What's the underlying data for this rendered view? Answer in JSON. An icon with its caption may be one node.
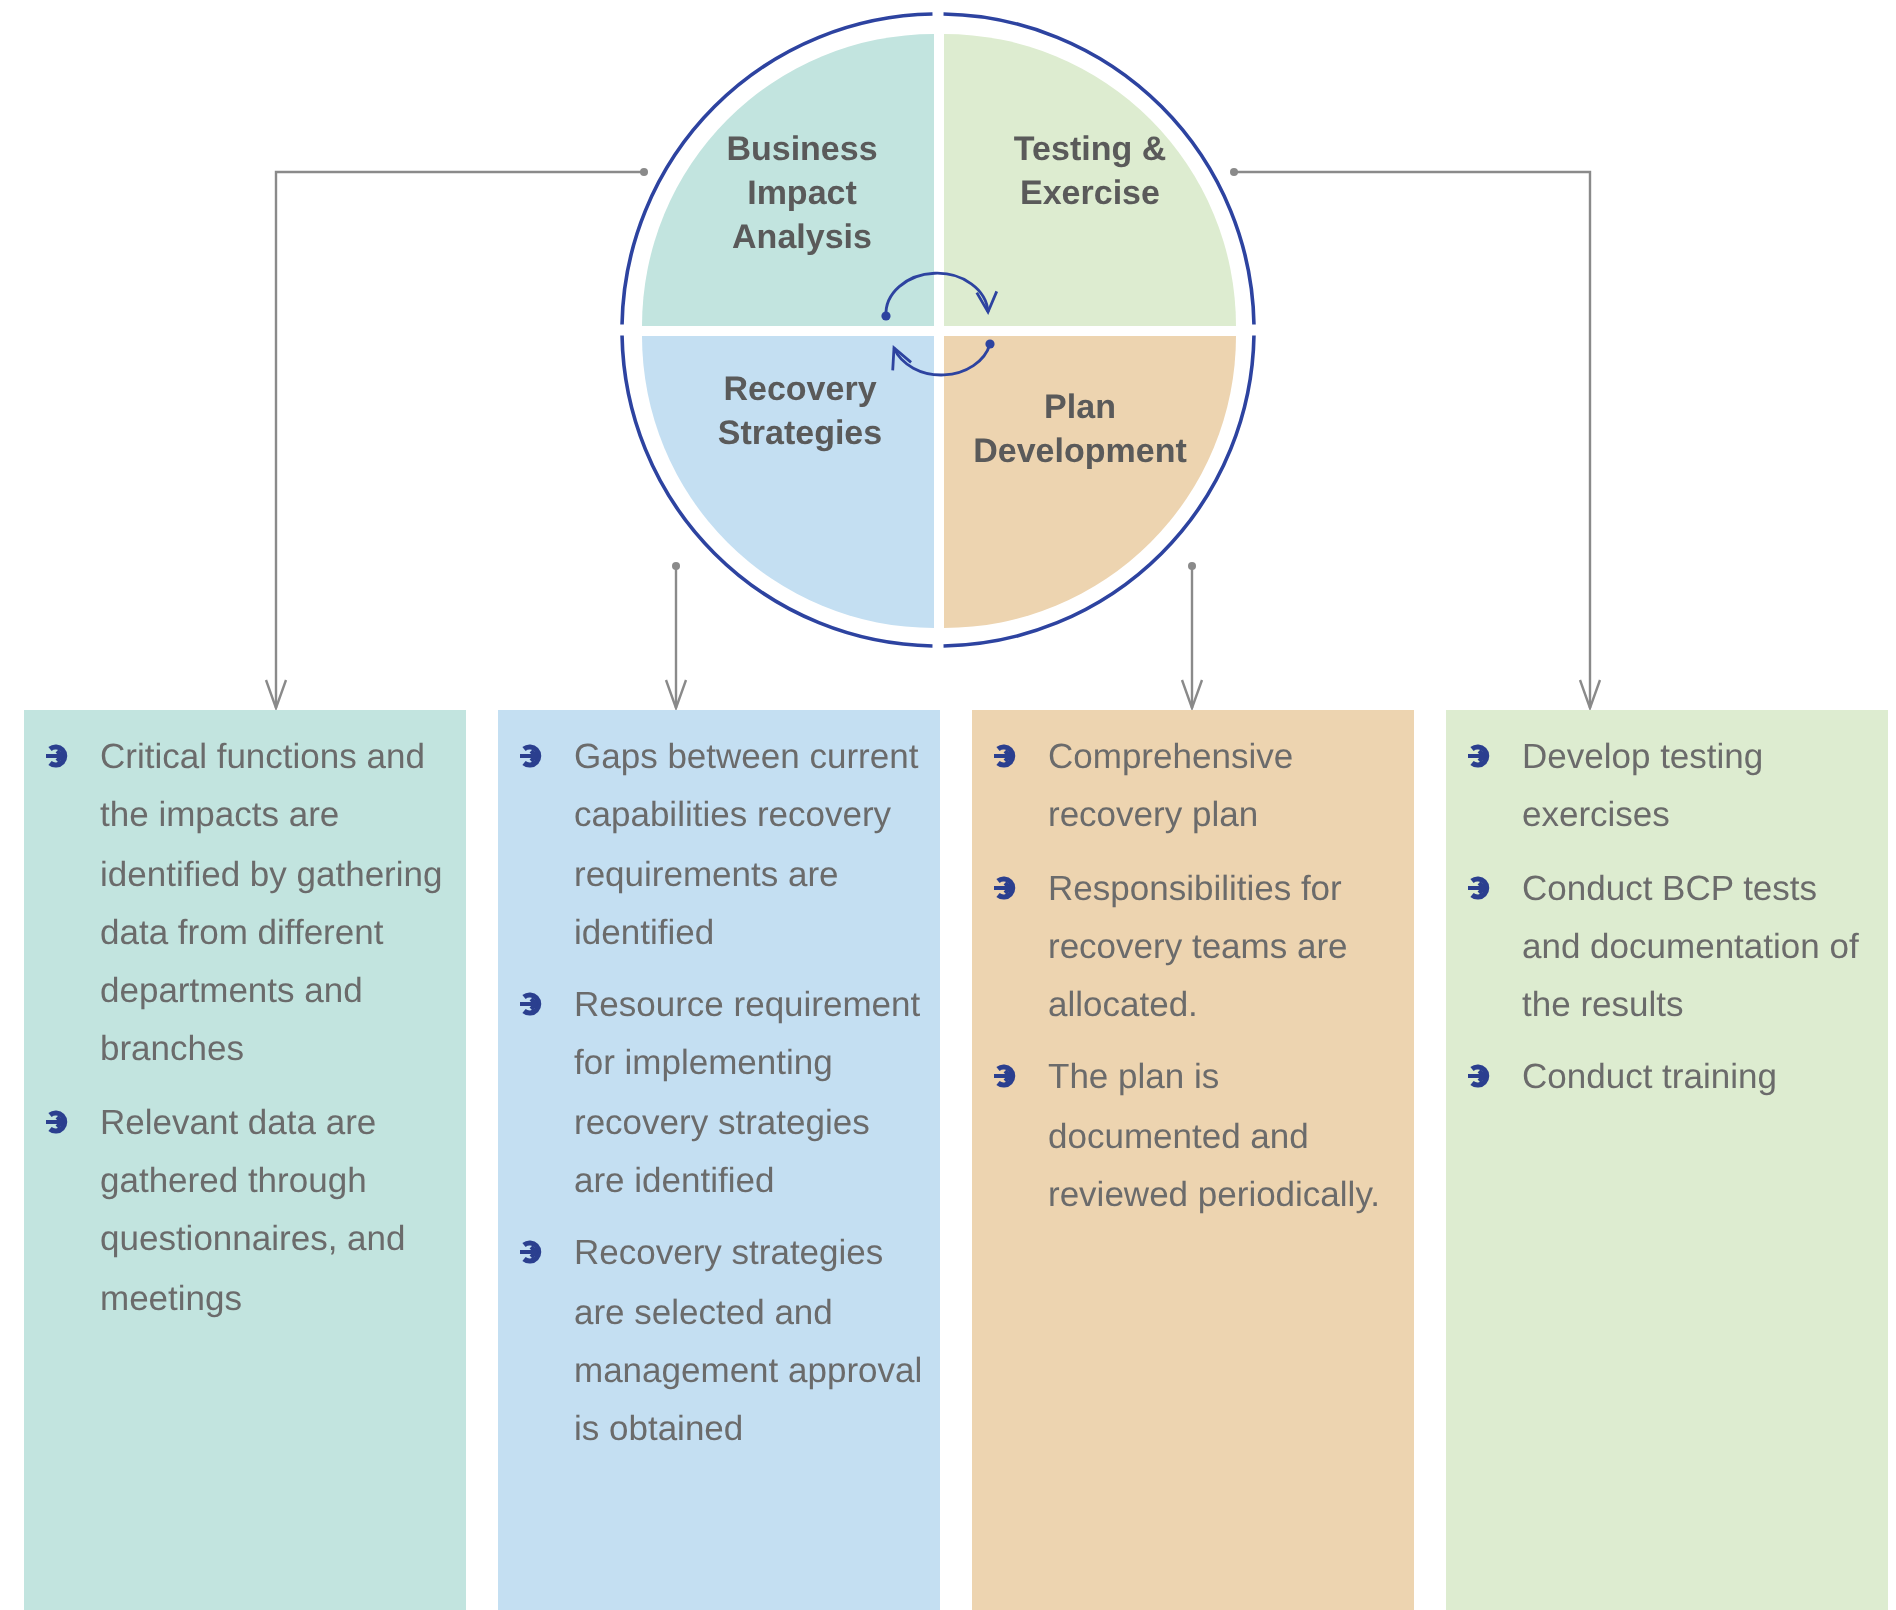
{
  "diagram": {
    "nodes": [
      {
        "text": [
          "Business Impact Analysis"
        ]
      },
      {
        "text": [
          "Testing & Exercise"
        ]
      },
      {
        "text": [
          "Recovery Strategies"
        ]
      },
      {
        "text": [
          "Plan Development"
        ]
      },
      {
        "text": [
          "Critical functions and the impacts are identified by gathering data from different departments and branches",
          "Relevant data are gathered through questionnaires, and meetings"
        ]
      },
      {
        "text": [
          "Gaps between current capabilities recovery requirements are identified",
          "Resource requirement for implementing recovery strategies are identified",
          "Recovery strategies are selected and management approval is obtained"
        ]
      },
      {
        "text": [
          "Comprehensive recovery plan",
          "Responsibilities for recovery teams are allocated.",
          "The plan is documented and reviewed periodically."
        ]
      },
      {
        "text": [
          "Develop testing exercises",
          "Conduct BCP tests and documentation of the results",
          "Conduct training"
        ]
      }
    ],
    "edges": [
      {
        "from": 0,
        "to": 4,
        "arrow": "to"
      },
      {
        "from": 2,
        "to": 5,
        "arrow": "to"
      },
      {
        "from": 3,
        "to": 6,
        "arrow": "to"
      },
      {
        "from": 1,
        "to": 7,
        "arrow": "to"
      },
      {
        "from": 0,
        "to": 1,
        "arrow": "to",
        "color": "#2d43a0"
      },
      {
        "from": 3,
        "to": 2,
        "arrow": "to",
        "color": "#2d43a0"
      }
    ]
  }
}
